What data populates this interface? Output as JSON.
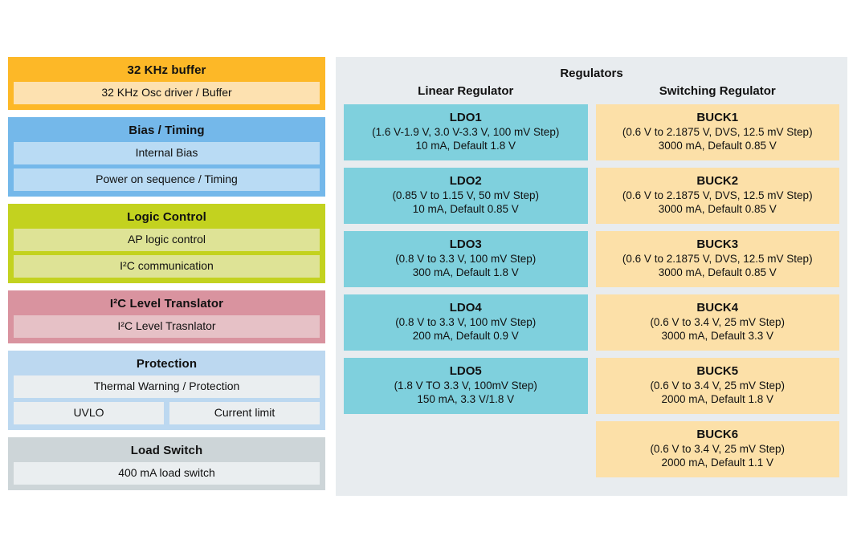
{
  "left_groups": [
    {
      "name": "32khz-buffer",
      "title": "32 KHz buffer",
      "items": [
        {
          "label": "32 KHz Osc driver / Buffer"
        }
      ]
    },
    {
      "name": "bias-timing",
      "title": "Bias / Timing",
      "items": [
        {
          "label": "Internal Bias"
        },
        {
          "label": "Power on sequence / Timing"
        }
      ]
    },
    {
      "name": "logic-control",
      "title": "Logic Control",
      "items": [
        {
          "label": "AP logic control"
        },
        {
          "label": "I²C communication"
        }
      ]
    },
    {
      "name": "i2c-level-translator",
      "title": "I²C Level Translator",
      "items": [
        {
          "label": "I²C Level Trasnlator"
        }
      ]
    },
    {
      "name": "protection",
      "title": "Protection",
      "items": [
        {
          "label": "Thermal Warning / Protection"
        }
      ],
      "split_row": [
        {
          "label": "UVLO"
        },
        {
          "label": "Current limit"
        }
      ]
    },
    {
      "name": "load-switch",
      "title": "Load Switch",
      "items": [
        {
          "label": "400 mA load switch"
        }
      ]
    }
  ],
  "regulators": {
    "title": "Regulators",
    "linear": {
      "column_title": "Linear Regulator",
      "blocks": [
        {
          "name": "LDO1",
          "line1": "(1.6 V-1.9 V, 3.0 V-3.3 V, 100 mV Step)",
          "line2": "10 mA, Default 1.8 V"
        },
        {
          "name": "LDO2",
          "line1": "(0.85 V to 1.15 V, 50 mV Step)",
          "line2": "10 mA, Default 0.85 V"
        },
        {
          "name": "LDO3",
          "line1": "(0.8 V to 3.3 V, 100 mV Step)",
          "line2": "300 mA, Default 1.8 V"
        },
        {
          "name": "LDO4",
          "line1": "(0.8 V to 3.3 V, 100 mV Step)",
          "line2": "200 mA, Default 0.9 V"
        },
        {
          "name": "LDO5",
          "line1": "(1.8 V TO 3.3 V, 100mV Step)",
          "line2": "150 mA, 3.3 V/1.8 V"
        }
      ]
    },
    "switching": {
      "column_title": "Switching Regulator",
      "blocks": [
        {
          "name": "BUCK1",
          "line1": "(0.6 V to 2.1875 V, DVS, 12.5 mV Step)",
          "line2": "3000 mA, Default 0.85 V"
        },
        {
          "name": "BUCK2",
          "line1": "(0.6 V to 2.1875 V, DVS, 12.5 mV Step)",
          "line2": "3000 mA, Default 0.85 V"
        },
        {
          "name": "BUCK3",
          "line1": "(0.6 V to 2.1875 V, DVS, 12.5 mV Step)",
          "line2": "3000 mA, Default 0.85 V"
        },
        {
          "name": "BUCK4",
          "line1": "(0.6 V to 3.4 V, 25 mV Step)",
          "line2": "3000 mA, Default 3.3 V"
        },
        {
          "name": "BUCK5",
          "line1": "(0.6 V to 3.4 V, 25 mV Step)",
          "line2": "2000 mA, Default 1.8 V"
        },
        {
          "name": "BUCK6",
          "line1": "(0.6 V to 3.4 V, 25 mV Step)",
          "line2": "2000 mA, Default 1.1 V"
        }
      ]
    }
  },
  "colors": {
    "osc_header": "#fdb827",
    "osc_item": "#fde1b0",
    "bias_header": "#74b8ea",
    "bias_item": "#b9dbf4",
    "logic_header": "#c3d21f",
    "logic_item": "#dee396",
    "i2c_header": "#d9939f",
    "i2c_item": "#e6c1c6",
    "protection_header": "#bcd8f0",
    "protection_item": "#eaeef0",
    "load_header": "#cdd5d8",
    "load_item": "#eaeef0",
    "panel_background": "#e8ecef",
    "ldo_block": "#7fd0dd",
    "buck_block": "#fce0a8"
  }
}
